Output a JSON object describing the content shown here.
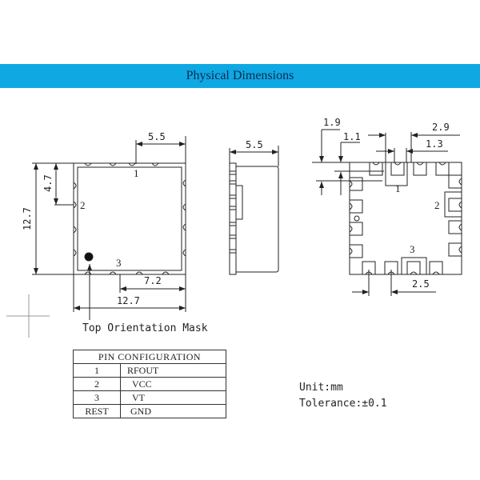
{
  "header": {
    "title": "Physical Dimensions",
    "color": "#0fa8e2"
  },
  "top_view": {
    "dims": {
      "pin1_offset": "5.5",
      "pin2_offset": "4.7",
      "height": "12.7",
      "pin3_offset": "7.2",
      "width": "12.7"
    },
    "pin_labels": [
      "1",
      "2",
      "3"
    ],
    "annotation": "Top Orientation Mask"
  },
  "side_view": {
    "dims": {
      "thickness": "5.5"
    }
  },
  "footprint": {
    "dims": {
      "a": "1.9",
      "b": "1.1",
      "c": "2.9",
      "d": "1.3",
      "pitch": "2.5"
    },
    "pin_labels": [
      "1",
      "2",
      "3"
    ]
  },
  "pin_configuration": {
    "title": "PIN CONFIGURATION",
    "rows": [
      {
        "pin": "1",
        "function": "RFOUT"
      },
      {
        "pin": "2",
        "function": "VCC"
      },
      {
        "pin": "3",
        "function": "VT"
      },
      {
        "pin": "REST",
        "function": "GND"
      }
    ]
  },
  "notes": {
    "unit": "Unit:mm",
    "tolerance": "Tolerance:±0.1"
  }
}
